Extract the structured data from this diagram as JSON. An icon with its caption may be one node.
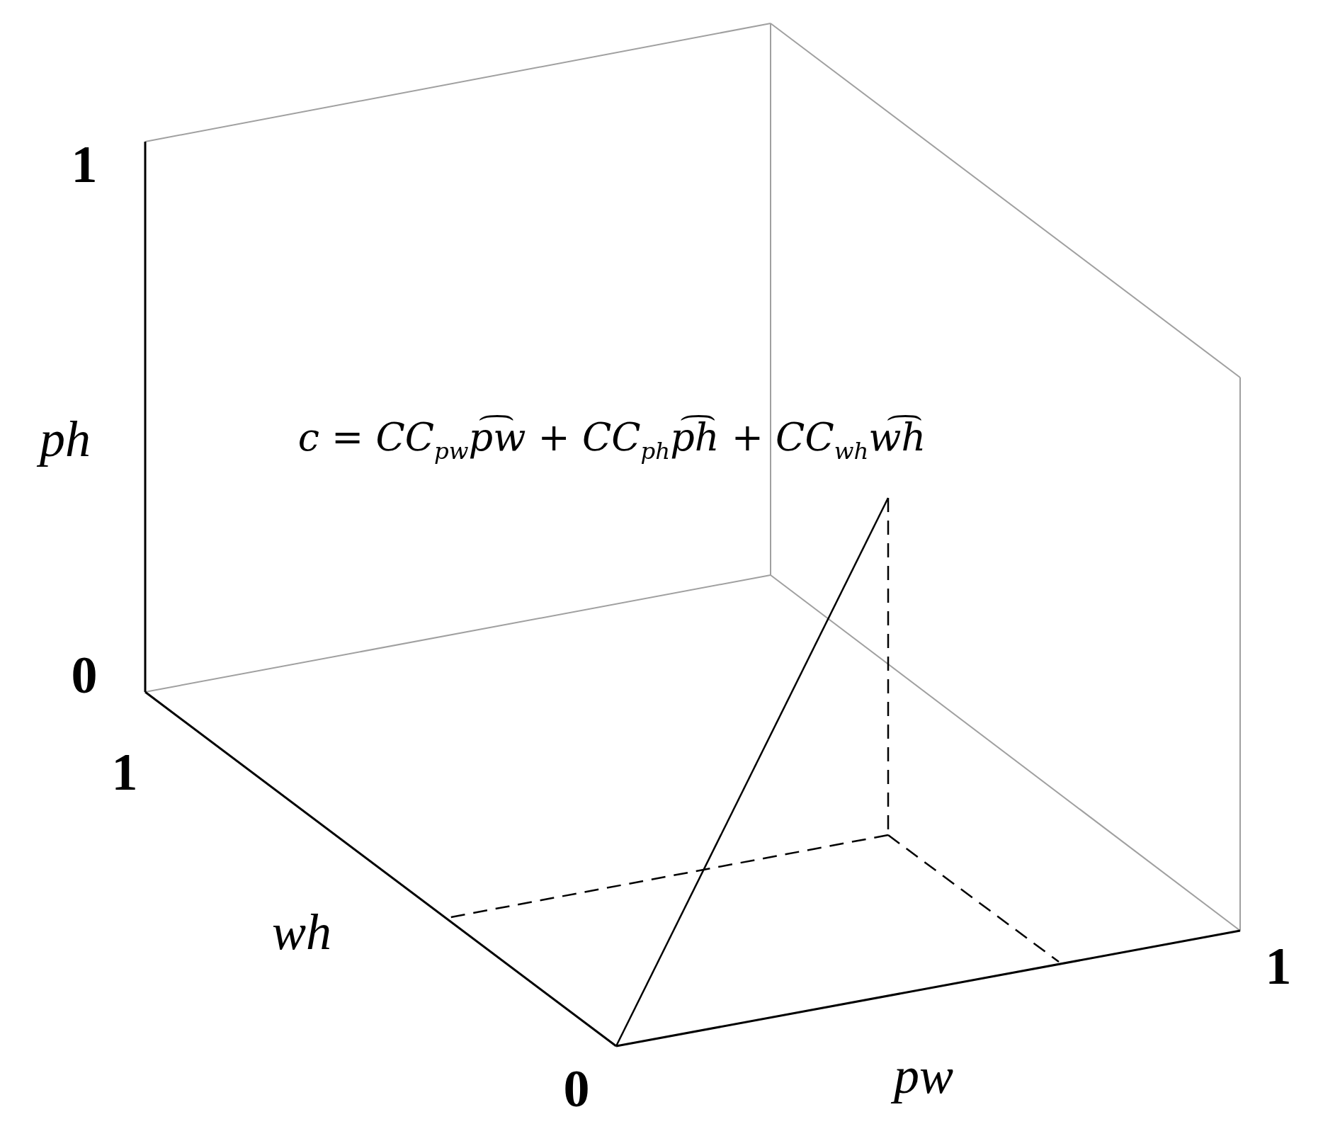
{
  "diagram": {
    "labels": [
      "1",
      "c = CC$_{pw}$p͡w + CC$_{ph}$p͡h + CC$_{wh}$w͡h",
      "ph",
      "0",
      "1",
      "wh",
      "0",
      "pw",
      "1"
    ]
  }
}
